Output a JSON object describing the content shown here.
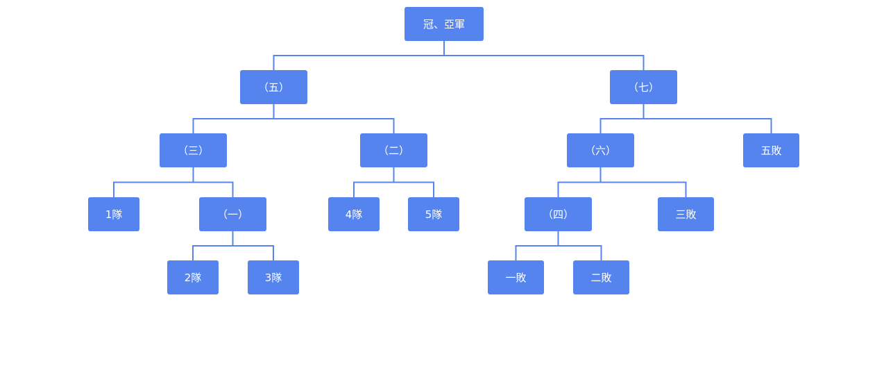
{
  "diagram": {
    "type": "bracket-tree",
    "colors": {
      "node_fill": "#5584ee",
      "node_text": "#ffffff",
      "connector": "#5584ee",
      "background": "#ffffff"
    },
    "nodes": [
      {
        "id": "root",
        "label": "冠、亞軍",
        "parent": null
      },
      {
        "id": "g5",
        "label": "（五）",
        "parent": "root"
      },
      {
        "id": "g7",
        "label": "（七）",
        "parent": "root"
      },
      {
        "id": "g3",
        "label": "（三）",
        "parent": "g5"
      },
      {
        "id": "g2",
        "label": "（二）",
        "parent": "g5"
      },
      {
        "id": "g6",
        "label": "（六）",
        "parent": "g7"
      },
      {
        "id": "l5",
        "label": "五敗",
        "parent": "g7"
      },
      {
        "id": "t1",
        "label": "1隊",
        "parent": "g3"
      },
      {
        "id": "g1",
        "label": "（一）",
        "parent": "g3"
      },
      {
        "id": "t4",
        "label": "4隊",
        "parent": "g2"
      },
      {
        "id": "t5",
        "label": "5隊",
        "parent": "g2"
      },
      {
        "id": "g4",
        "label": "（四）",
        "parent": "g6"
      },
      {
        "id": "l3",
        "label": "三敗",
        "parent": "g6"
      },
      {
        "id": "t2",
        "label": "2隊",
        "parent": "g1"
      },
      {
        "id": "t3",
        "label": "3隊",
        "parent": "g1"
      },
      {
        "id": "l1",
        "label": "一敗",
        "parent": "g4"
      },
      {
        "id": "l2",
        "label": "二敗",
        "parent": "g4"
      }
    ]
  }
}
